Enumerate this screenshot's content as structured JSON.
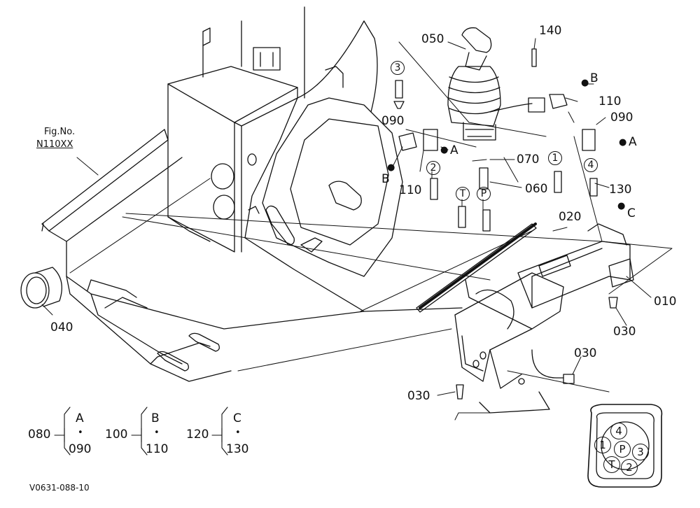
{
  "fig_ref": {
    "line1": "Fig.No.",
    "line2": "N110XX"
  },
  "drawing_code": "V0631-088-10",
  "parts": {
    "p010": "010",
    "p020": "020",
    "p030a": "030",
    "p030b": "030",
    "p030c": "030",
    "p040": "040",
    "p050": "050",
    "p060": "060",
    "p070": "070",
    "p090a": "090",
    "p090b": "090",
    "p110a": "110",
    "p110b": "110",
    "p130": "130",
    "p140": "140"
  },
  "port_letters": {
    "a1": "A",
    "a2": "A",
    "b1": "B",
    "b2": "B",
    "c1": "C"
  },
  "port_circles": {
    "c3": "3",
    "c2": "2",
    "c1": "1",
    "c4": "4",
    "cT": "T",
    "cP": "P"
  },
  "kits": [
    {
      "kit": "080",
      "letter": "A",
      "dot": "•",
      "part": "090"
    },
    {
      "kit": "100",
      "letter": "B",
      "dot": "•",
      "part": "110"
    },
    {
      "kit": "120",
      "letter": "C",
      "dot": "•",
      "part": "130"
    }
  ],
  "port_layout": {
    "p4": "4",
    "p1": "1",
    "pP": "P",
    "p3": "3",
    "pT": "T",
    "p2": "2"
  }
}
